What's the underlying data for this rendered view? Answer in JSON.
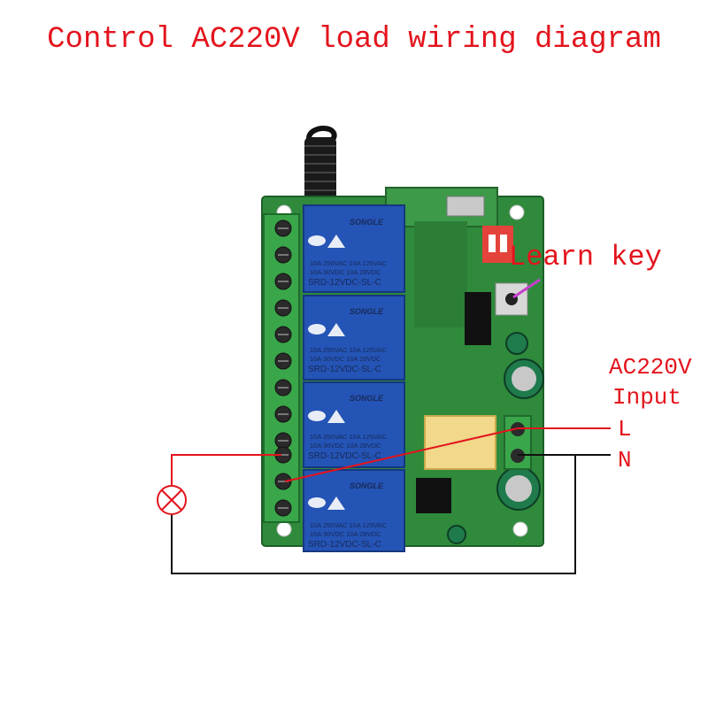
{
  "title": "Control AC220V load wiring diagram",
  "labels": {
    "learn_key": "Learn key",
    "ac_voltage": "AC220V",
    "input": "Input",
    "line": "L",
    "neutral": "N"
  },
  "relays": [
    {
      "brand": "SONGLE",
      "line1": "10A 250VAC  10A 125VAC",
      "line2": "10A  30VDC  10A  28VDC",
      "model": "SRD-12VDC-SL-C"
    },
    {
      "brand": "SONGLE",
      "line1": "10A 250VAC  10A 125VAC",
      "line2": "10A  30VDC  10A  28VDC",
      "model": "SRD-12VDC-SL-C"
    },
    {
      "brand": "SONGLE",
      "line1": "10A 250VAC  10A 125VAC",
      "line2": "10A  30VDC  10A  28VDC",
      "model": "SRD-12VDC-SL-C"
    },
    {
      "brand": "SONGLE",
      "line1": "10A 250VAC  10A 125VAC",
      "line2": "10A  30VDC  10A  28VDC",
      "model": "SRD-12VDC-SL-C"
    }
  ],
  "colors": {
    "accent": "#e3141d",
    "board": "#2f8a3c",
    "terminal": "#3aa64a",
    "relay": "#2454b5",
    "wire_live": "#e3141d",
    "wire_neutral": "#111111"
  }
}
